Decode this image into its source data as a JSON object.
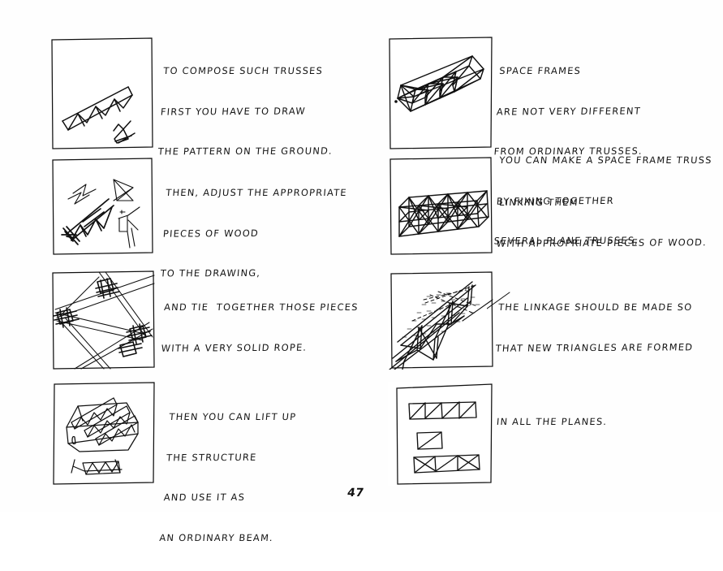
{
  "document": {
    "page_number": "47",
    "ink_color": "#101010",
    "paper_color": "#ffffff"
  },
  "panels": [
    {
      "id": "panel-1",
      "name": "truss-pattern-on-ground",
      "caption_lines": [
        "TO COMPOSE SUCH TRUSSES",
        "FIRST YOU HAVE TO DRAW",
        "THE PATTERN ON THE GROUND."
      ]
    },
    {
      "id": "panel-2",
      "name": "adjusting-pieces-of-wood",
      "caption_lines": [
        "THEN, ADJUST THE APPROPRIATE",
        "PIECES OF WOOD",
        "TO THE DRAWING,"
      ]
    },
    {
      "id": "panel-3",
      "name": "tying-joints-with-rope",
      "caption_lines": [
        "AND TIE  TOGETHER THOSE PIECES",
        "WITH A VERY SOLID ROPE."
      ]
    },
    {
      "id": "panel-4",
      "name": "lifting-structure-as-beam",
      "caption_lines": [
        "THEN YOU CAN LIFT UP",
        "THE STRUCTURE",
        "AND USE IT AS",
        "AN ORDINARY BEAM."
      ]
    },
    {
      "id": "panel-5",
      "name": "space-frame-box-truss",
      "caption_lines": [
        "SPACE FRAMES",
        "ARE NOT VERY DIFFERENT",
        "FROM ORDINARY TRUSSES."
      ]
    },
    {
      "id": "panel-6",
      "name": "space-frame-lattice",
      "caption_lines": [
        "YOU CAN MAKE A SPACE FRAME TRUSS",
        "BY FIXING TOGETHER",
        "SEVERAL PLANE TRUSSES,",
        "LINKING THEM",
        "WITH APPROPRIATE PIECES OF WOOD."
      ]
    },
    {
      "id": "panel-7",
      "name": "linkage-forming-triangles",
      "caption_lines": [
        "THE LINKAGE SHOULD BE MADE SO",
        "THAT NEW TRIANGLES ARE FORMED"
      ]
    },
    {
      "id": "panel-8",
      "name": "plane-trusses-diagrams",
      "caption_lines": [
        "IN ALL THE PLANES."
      ]
    }
  ]
}
